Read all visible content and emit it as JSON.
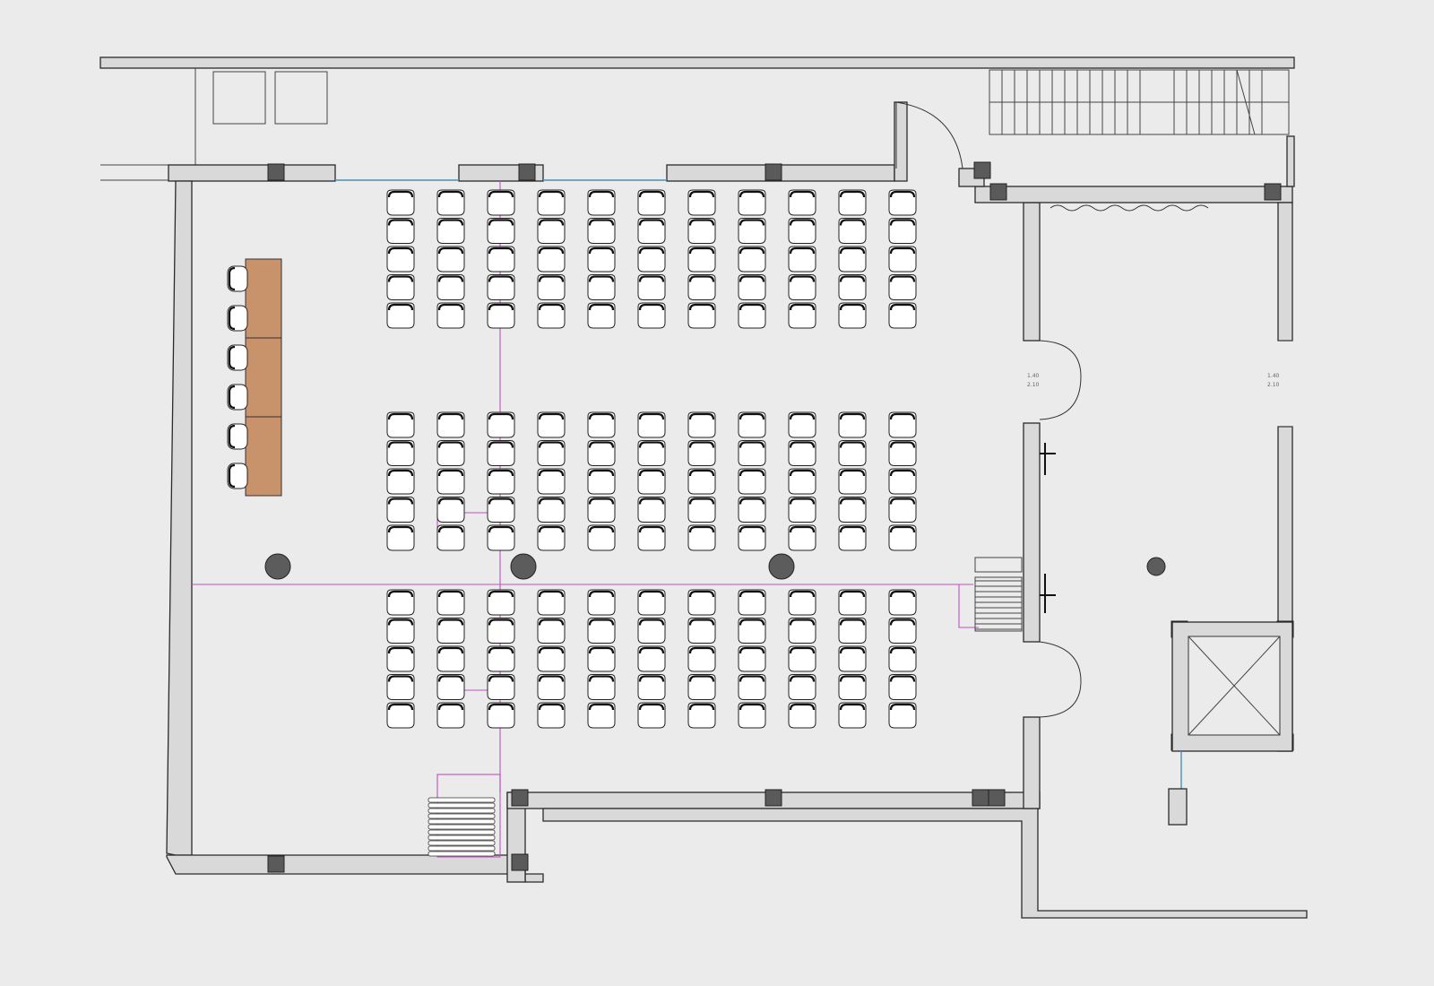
{
  "plan": {
    "door_marks": [
      {
        "line1": "1.40",
        "line2": "2.10"
      },
      {
        "line1": "1.40",
        "line2": "2.10"
      }
    ],
    "colors": {
      "background": "#ebebeb",
      "wall_fill": "#d9d9d9",
      "head_table": "#c8926b",
      "column": "#5c5c5c",
      "pipe_line": "#c24fc2",
      "glazing": "#4a90b8"
    },
    "seating": {
      "blocks": 3,
      "columns_per_block": 11,
      "rows_per_block": 5
    },
    "head_table": {
      "segments": 3,
      "chairs": 6
    },
    "round_columns": 4
  }
}
